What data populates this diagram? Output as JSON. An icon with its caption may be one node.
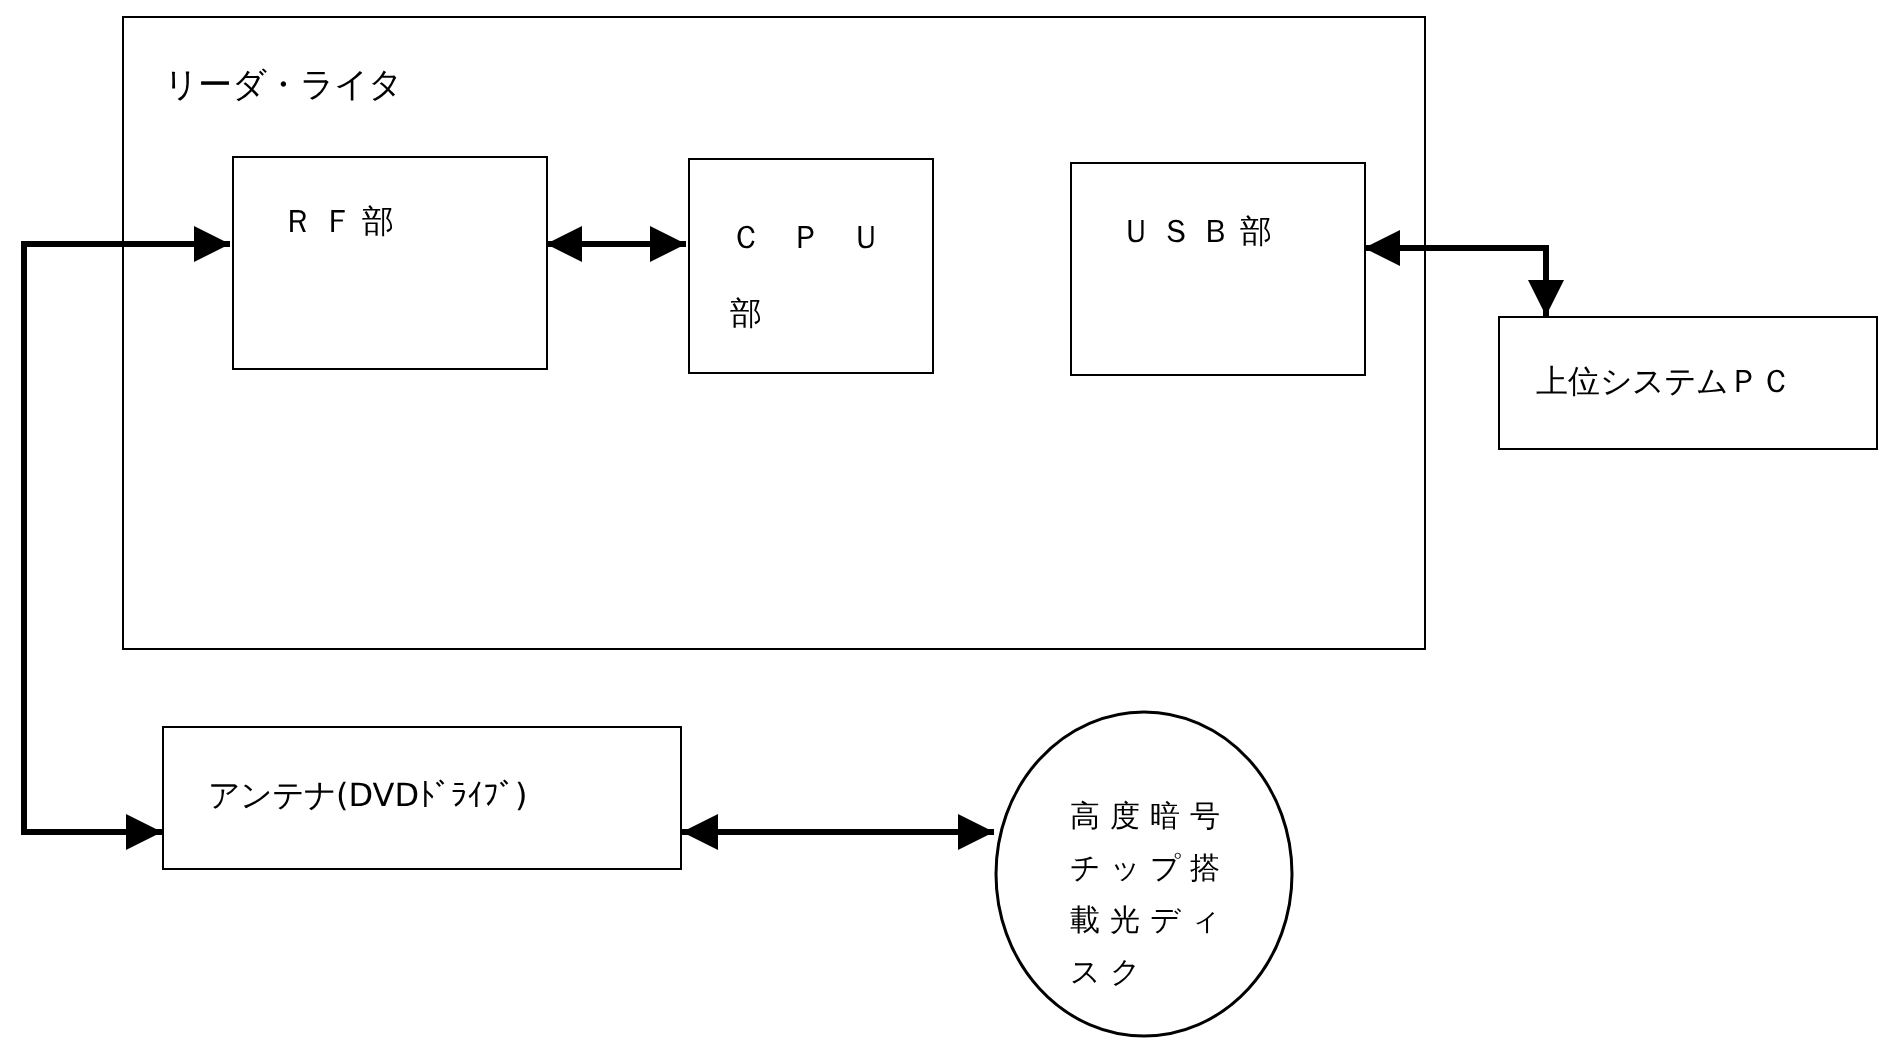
{
  "diagram": {
    "nodes": [
      {
        "text": [
          "リーダ・ライタ"
        ]
      },
      {
        "text": [
          "ＲＦ部"
        ],
        "in": 0
      },
      {
        "text": [
          "ＣＰＵ部"
        ],
        "in": 0
      },
      {
        "text": [
          "ＵＳＢ部"
        ],
        "in": 0
      },
      {
        "text": [
          "上位システムＰＣ"
        ]
      },
      {
        "text": [
          "アンテナ(DVDﾄﾞﾗｲﾌﾞ)"
        ]
      },
      {
        "text": [
          "高度暗号チップ搭載光ディスク"
        ]
      }
    ],
    "edges": [
      {
        "from": 1,
        "to": 2,
        "arrow": "both"
      },
      {
        "from": 3,
        "to": 4,
        "arrow": "both"
      },
      {
        "from": 5,
        "to": 1,
        "arrow": "both"
      },
      {
        "from": 5,
        "to": 6,
        "arrow": "both"
      }
    ]
  }
}
